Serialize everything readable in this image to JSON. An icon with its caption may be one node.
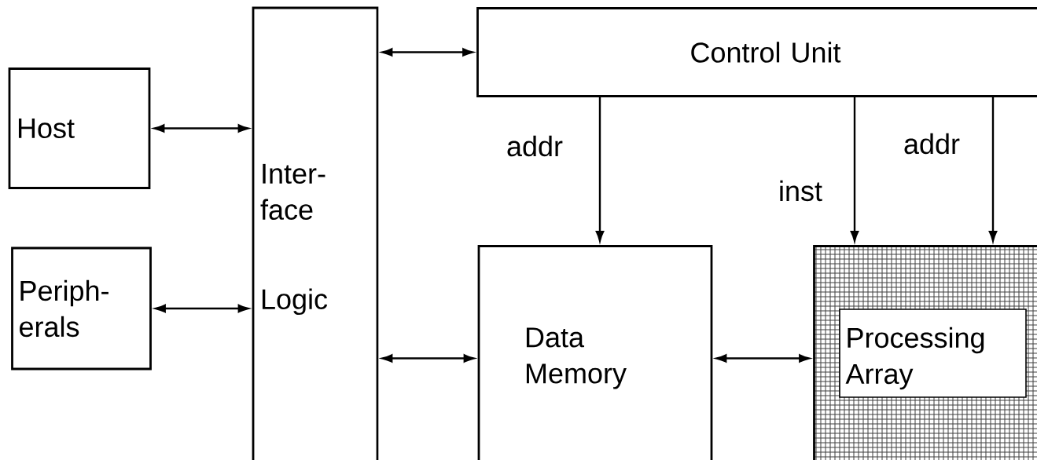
{
  "diagram": {
    "nodes": [
      {
        "text": [
          "Host"
        ]
      },
      {
        "text": [
          "Periph- erals"
        ]
      },
      {
        "text": [
          "Inter- face",
          "Logic"
        ]
      },
      {
        "text": [
          "Control Unit"
        ]
      },
      {
        "text": [
          "Data Memory"
        ]
      },
      {
        "text": [
          "Processing Array"
        ]
      }
    ],
    "edges": [
      {
        "from": 0,
        "to": 2,
        "arrow": "both"
      },
      {
        "from": 1,
        "to": 2,
        "arrow": "both"
      },
      {
        "from": 2,
        "to": 3,
        "arrow": "both"
      },
      {
        "from": 2,
        "to": 4,
        "arrow": "both"
      },
      {
        "from": 3,
        "to": 4,
        "arrow": "to",
        "label": "addr"
      },
      {
        "from": 3,
        "to": 5,
        "arrow": "to",
        "label": "inst"
      },
      {
        "from": 3,
        "to": 5,
        "arrow": "to",
        "label": "addr"
      },
      {
        "from": 4,
        "to": 5,
        "arrow": "both"
      }
    ]
  }
}
